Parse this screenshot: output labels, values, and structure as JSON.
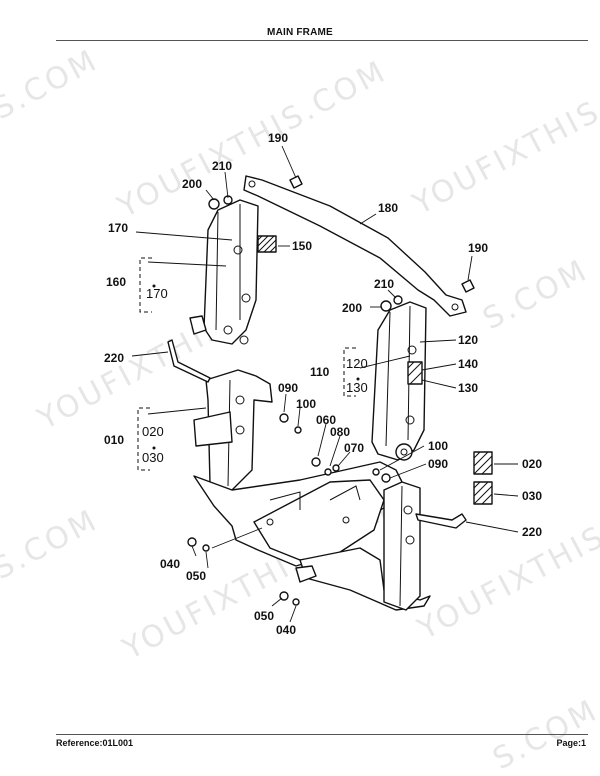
{
  "header": {
    "title": "MAIN FRAME"
  },
  "footer": {
    "reference": "Reference:01L001",
    "page": "Page:1"
  },
  "watermark": "YOUFIXTHIS.COM",
  "watermark_fragments": [
    "S.COM",
    "YOUFIXTHIS.COM",
    "YOUFIXTHIS",
    "S.COM",
    "YOUFIXTHIS",
    "S.COM",
    "YOUFIXTHIS",
    "S.COM",
    "YOUFIXTHIS.COM"
  ],
  "callouts": {
    "c190a": "190",
    "c210a": "210",
    "c200a": "200",
    "c180": "180",
    "c170": "170",
    "c150": "150",
    "c190b": "190",
    "c160": "160",
    "c170sub": "170",
    "c210b": "210",
    "c200b": "200",
    "c120": "120",
    "c220a": "220",
    "c140": "140",
    "c110": "110",
    "c120sub": "120",
    "c130sub": "130",
    "c130": "130",
    "c090a": "090",
    "c100a": "100",
    "c060": "060",
    "c010": "010",
    "c020sub": "020",
    "c030sub": "030",
    "c080": "080",
    "c070": "070",
    "c100b": "100",
    "c090b": "090",
    "c020": "020",
    "c030": "030",
    "c220b": "220",
    "c040a": "040",
    "c050a": "050",
    "c050b": "050",
    "c040b": "040"
  },
  "colors": {
    "ink": "#111111",
    "watermark": "#e6e6e6",
    "rule": "#555555"
  }
}
